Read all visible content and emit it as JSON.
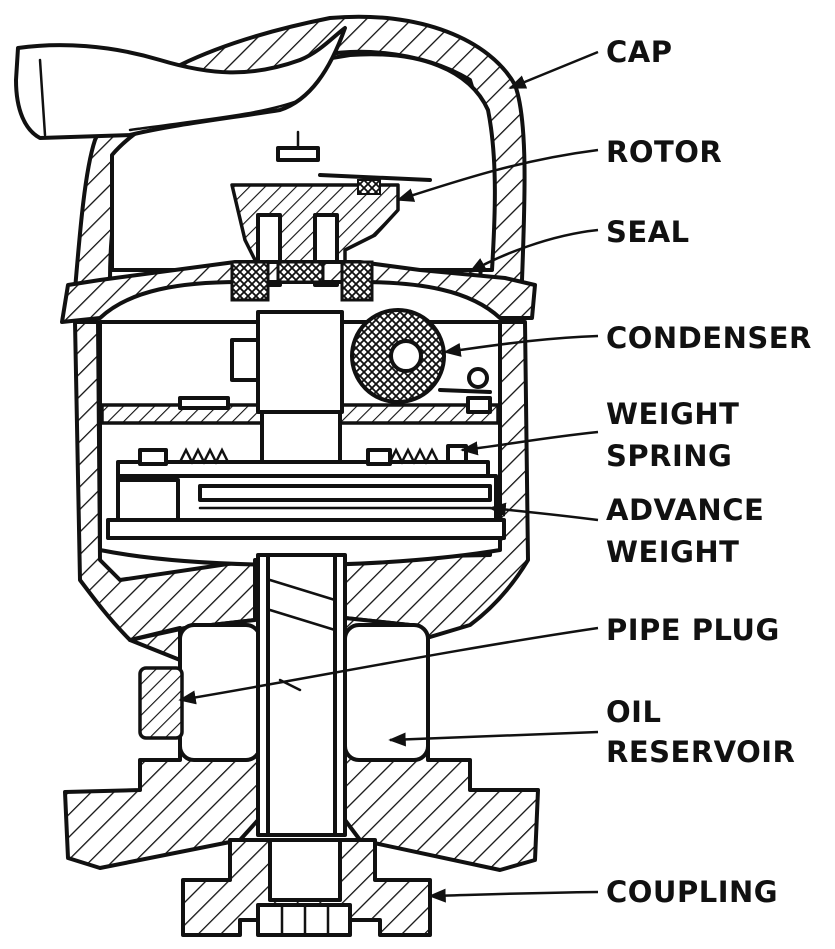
{
  "labels": {
    "cap": "CAP",
    "rotor": "ROTOR",
    "seal": "SEAL",
    "condenser": "CONDENSER",
    "weight_spring_1": "WEIGHT",
    "weight_spring_2": "SPRING",
    "advance_weight_1": "ADVANCE",
    "advance_weight_2": "WEIGHT",
    "pipe_plug": "PIPE PLUG",
    "oil_reservoir_1": "OIL",
    "oil_reservoir_2": "RESERVOIR",
    "coupling": "COUPLING"
  },
  "colors": {
    "ink": "#111111",
    "paper": "#ffffff"
  }
}
